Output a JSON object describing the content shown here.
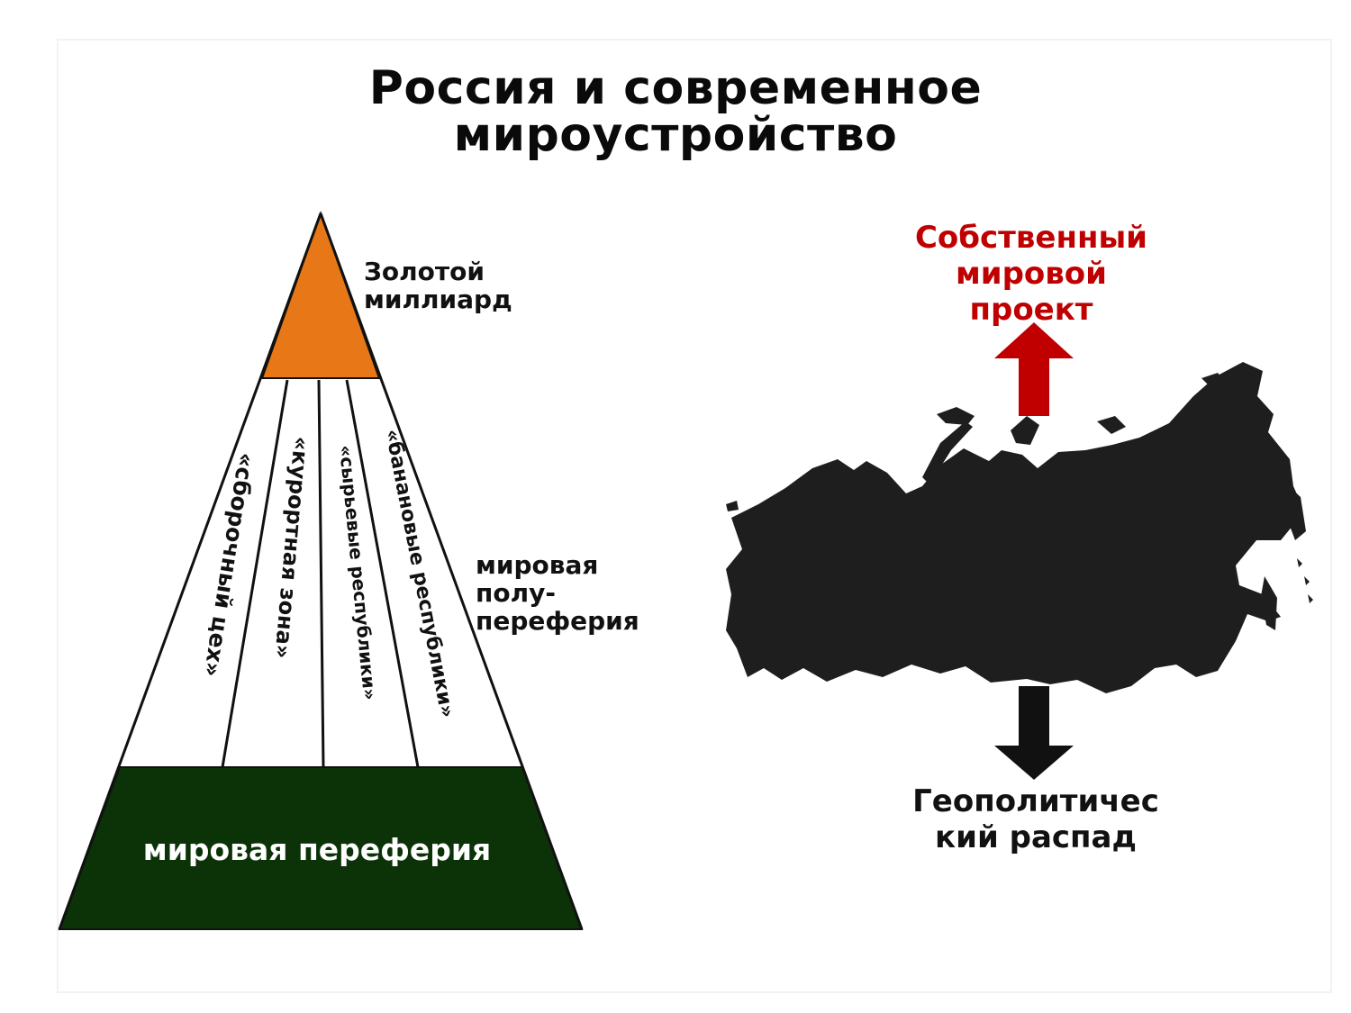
{
  "title": {
    "line1": "Россия и современное",
    "line2": "мироустройство"
  },
  "pyramid": {
    "top": {
      "label_line1": "Золотой",
      "label_line2": "миллиард",
      "color": "#e87817"
    },
    "semi_periphery": {
      "label_line1": "мировая",
      "label_line2": "полу-",
      "label_line3": "переферия"
    },
    "strips": [
      "«сборочный цех»",
      "«курортная зона»",
      "«сырьевые республики»",
      "«банановые республики»"
    ],
    "base": {
      "label": "мировая переферия",
      "color": "#0b3307"
    }
  },
  "russia": {
    "map_color": "#1e1e1e",
    "up": {
      "label_line1": "Собственный",
      "label_line2": "мировой",
      "label_line3": "проект",
      "color": "#c00000"
    },
    "down": {
      "label_line1": "Геополитичес",
      "label_line2": "кий распад",
      "color": "#111111"
    }
  }
}
